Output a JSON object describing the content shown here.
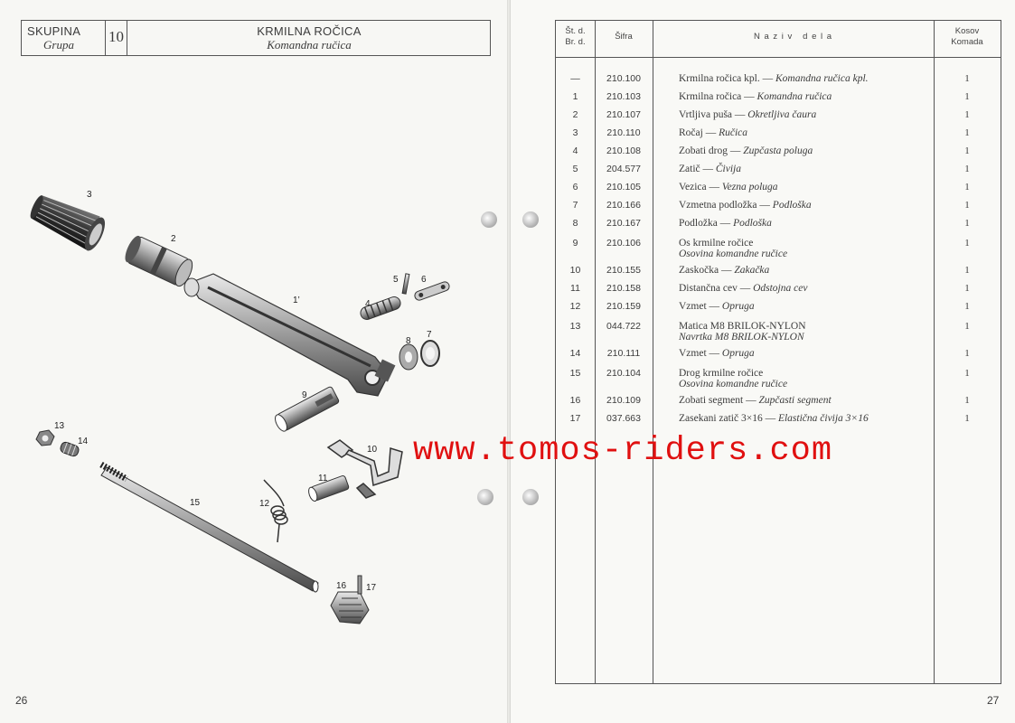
{
  "left_page": {
    "header": {
      "group_label": "SKUPINA",
      "group_label_alt": "Grupa",
      "group_number": "10",
      "title": "KRMILNA ROČICA",
      "title_alt": "Komandna ručica"
    },
    "diagram_labels": [
      "3",
      "2",
      "1’",
      "4",
      "5",
      "6",
      "7",
      "8",
      "9",
      "10",
      "11",
      "12",
      "13",
      "14",
      "15",
      "16",
      "17"
    ],
    "page_number": "26"
  },
  "right_page": {
    "columns": {
      "no_line1": "Št. d.",
      "no_line2": "Br. d.",
      "code": "Šifra",
      "name": "N a z i v   d e l a",
      "qty_line1": "Kosov",
      "qty_line2": "Komada"
    },
    "rows": [
      {
        "no": "—",
        "code": "210.100",
        "name1": "Krmilna ročica kpl. — ",
        "name1_it": "Komandna ručica kpl.",
        "name2": "",
        "qty": "1"
      },
      {
        "no": "1",
        "code": "210.103",
        "name1": "Krmilna ročica — ",
        "name1_it": "Komandna ručica",
        "name2": "",
        "qty": "1"
      },
      {
        "no": "2",
        "code": "210.107",
        "name1": "Vrtljiva puša — ",
        "name1_it": "Okretljiva čaura",
        "name2": "",
        "qty": "1"
      },
      {
        "no": "3",
        "code": "210.110",
        "name1": "Ročaj — ",
        "name1_it": "Ručica",
        "name2": "",
        "qty": "1"
      },
      {
        "no": "4",
        "code": "210.108",
        "name1": "Zobati drog — ",
        "name1_it": "Zupčasta poluga",
        "name2": "",
        "qty": "1"
      },
      {
        "no": "5",
        "code": "204.577",
        "name1": "Zatič — ",
        "name1_it": "Čivija",
        "name2": "",
        "qty": "1"
      },
      {
        "no": "6",
        "code": "210.105",
        "name1": "Vezica — ",
        "name1_it": "Vezna poluga",
        "name2": "",
        "qty": "1"
      },
      {
        "no": "7",
        "code": "210.166",
        "name1": "Vzmetna podložka — ",
        "name1_it": "Podloška",
        "name2": "",
        "qty": "1"
      },
      {
        "no": "8",
        "code": "210.167",
        "name1": "Podložka — ",
        "name1_it": "Podloška",
        "name2": "",
        "qty": "1"
      },
      {
        "no": "9",
        "code": "210.106",
        "name1": "Os krmilne ročice",
        "name1_it": "",
        "name2": "Osovina komandne ručice",
        "qty": "1"
      },
      {
        "no": "10",
        "code": "210.155",
        "name1": "Zaskočka — ",
        "name1_it": "Zakačka",
        "name2": "",
        "qty": "1"
      },
      {
        "no": "11",
        "code": "210.158",
        "name1": "Distančna cev — ",
        "name1_it": "Odstojna cev",
        "name2": "",
        "qty": "1"
      },
      {
        "no": "12",
        "code": "210.159",
        "name1": "Vzmet — ",
        "name1_it": "Opruga",
        "name2": "",
        "qty": "1"
      },
      {
        "no": "13",
        "code": "044.722",
        "name1": "Matica M8 BRILOK-NYLON",
        "name1_it": "",
        "name2": "Navrtka M8 BRILOK-NYLON",
        "qty": "1"
      },
      {
        "no": "14",
        "code": "210.111",
        "name1": "Vzmet — ",
        "name1_it": "Opruga",
        "name2": "",
        "qty": "1"
      },
      {
        "no": "15",
        "code": "210.104",
        "name1": "Drog krmilne ročice",
        "name1_it": "",
        "name2": "Osovina komandne ručice",
        "qty": "1"
      },
      {
        "no": "16",
        "code": "210.109",
        "name1": "Zobati segment — ",
        "name1_it": "Zupčasti segment",
        "name2": "",
        "qty": "1"
      },
      {
        "no": "17",
        "code": "037.663",
        "name1": "Zasekani zatič 3×16 — ",
        "name1_it": "Elastična čivija 3×16",
        "name2": "",
        "qty": "1"
      }
    ],
    "page_number": "27"
  },
  "watermark": "www.tomos-riders.com",
  "colors": {
    "watermark": "#e01010",
    "ink": "#3b3b3b"
  }
}
